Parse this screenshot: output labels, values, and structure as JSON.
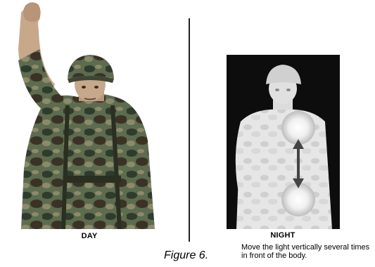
{
  "day_label": "DAY",
  "night_label": "NIGHT",
  "figure_label": "Figure 6.",
  "instruction": "Move the light vertically several times in front of the body.",
  "colors": {
    "camo_dark": "#2f3b2c",
    "camo_mid": "#5d6b4f",
    "camo_light": "#8d8a6a",
    "skin": "#c8a88a",
    "night_bg": "#0d0d0d",
    "night_glow": "#f4f4f4",
    "divider": "#222222"
  }
}
